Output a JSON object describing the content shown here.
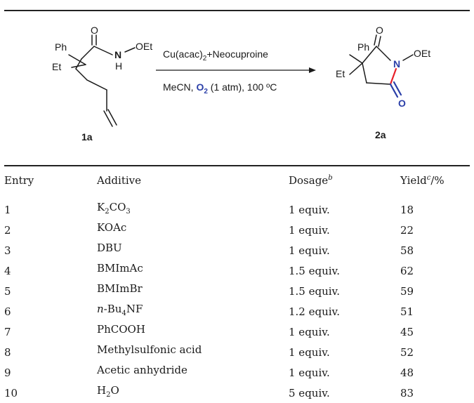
{
  "scheme": {
    "reactant": {
      "ph": "Ph",
      "et": "Et",
      "o": "O",
      "n": "N",
      "h": "H",
      "oet": "OEt",
      "label": "1a"
    },
    "conditions": {
      "reagent_main": "Cu(acac)",
      "reagent_sub": "2",
      "reagent_rest": "+Neocuproine",
      "solvent": "MeCN, ",
      "oxidant_main": "O",
      "oxidant_sub": "2",
      "oxidant_rest": " (1 atm), 100 ºC"
    },
    "product": {
      "ph": "Ph",
      "et": "Et",
      "o_top": "O",
      "n": "N",
      "oet": "OEt",
      "o_bottom": "O",
      "label": "2a"
    },
    "colors": {
      "new_bond": "#e8202a",
      "new_oxygen": "#2b3fa8",
      "text": "#1a1a1a"
    }
  },
  "table": {
    "headers": {
      "entry": "Entry",
      "additive": "Additive",
      "dosage": "Dosage",
      "dosage_mark": "b",
      "yield": "Yield",
      "yield_mark": "c",
      "yield_unit": "/%"
    },
    "rows": [
      {
        "entry": "1",
        "additive_pre": "",
        "additive_main": "K",
        "additive_sub": "2",
        "additive_post": "CO",
        "additive_sub2": "3",
        "dosage": "1 equiv.",
        "yield": "18"
      },
      {
        "entry": "2",
        "additive_pre": "",
        "additive_main": "KOAc",
        "additive_sub": "",
        "additive_post": "",
        "additive_sub2": "",
        "dosage": "1 equiv.",
        "yield": "22"
      },
      {
        "entry": "3",
        "additive_pre": "",
        "additive_main": "DBU",
        "additive_sub": "",
        "additive_post": "",
        "additive_sub2": "",
        "dosage": "1 equiv.",
        "yield": "58"
      },
      {
        "entry": "4",
        "additive_pre": "",
        "additive_main": "BMImAc",
        "additive_sub": "",
        "additive_post": "",
        "additive_sub2": "",
        "dosage": "1.5 equiv.",
        "yield": "62"
      },
      {
        "entry": "5",
        "additive_pre": "",
        "additive_main": "BMImBr",
        "additive_sub": "",
        "additive_post": "",
        "additive_sub2": "",
        "dosage": "1.5 equiv.",
        "yield": "59"
      },
      {
        "entry": "6",
        "additive_pre": "n",
        "additive_main": "-Bu",
        "additive_sub": "4",
        "additive_post": "NF",
        "additive_sub2": "",
        "dosage": "1.2 equiv.",
        "yield": "51"
      },
      {
        "entry": "7",
        "additive_pre": "",
        "additive_main": "PhCOOH",
        "additive_sub": "",
        "additive_post": "",
        "additive_sub2": "",
        "dosage": "1 equiv.",
        "yield": "45"
      },
      {
        "entry": "8",
        "additive_pre": "",
        "additive_main": "Methylsulfonic acid",
        "additive_sub": "",
        "additive_post": "",
        "additive_sub2": "",
        "dosage": "1 equiv.",
        "yield": "52"
      },
      {
        "entry": "9",
        "additive_pre": "",
        "additive_main": "Acetic anhydride",
        "additive_sub": "",
        "additive_post": "",
        "additive_sub2": "",
        "dosage": "1 equiv.",
        "yield": "48"
      },
      {
        "entry": "10",
        "additive_pre": "",
        "additive_main": "H",
        "additive_sub": "2",
        "additive_post": "O",
        "additive_sub2": "",
        "dosage": "5 equiv.",
        "yield": "83"
      }
    ]
  }
}
